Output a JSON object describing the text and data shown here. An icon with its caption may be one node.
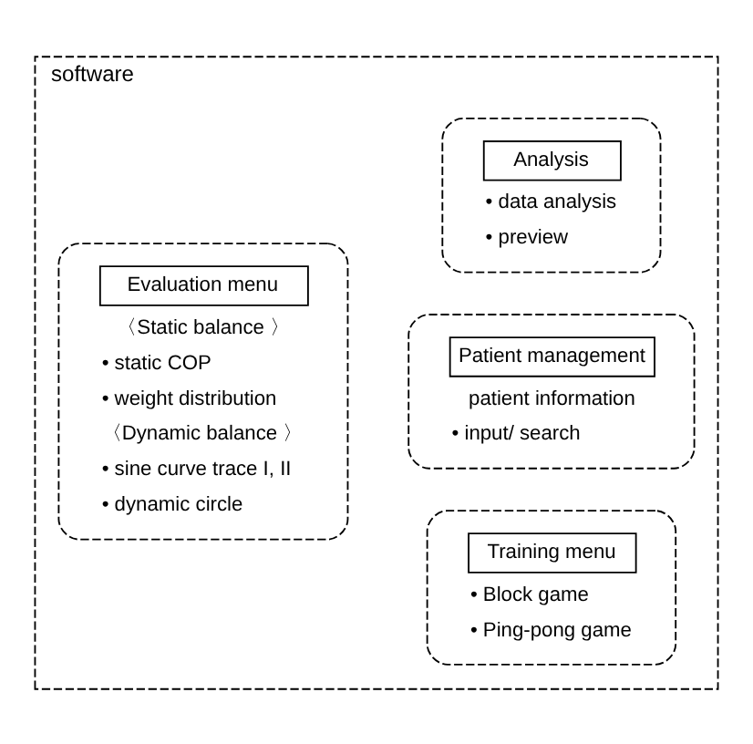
{
  "diagram": {
    "nodes": [
      {
        "text": [
          "software"
        ]
      },
      {
        "text": [
          "Evaluation menu",
          "〈Static balance 〉",
          "• static COP",
          "• weight distribution",
          "〈Dynamic balance 〉",
          "• sine curve trace I, II",
          "• dynamic circle"
        ],
        "in": 0
      },
      {
        "text": [
          "Training menu",
          "• Block game",
          "• Ping-pong game"
        ],
        "in": 0
      },
      {
        "text": [
          "Patient management",
          "patient information",
          "• input/ search"
        ],
        "in": 0
      },
      {
        "text": [
          "Analysis",
          "• data analysis",
          "• preview"
        ],
        "in": 0
      }
    ]
  }
}
